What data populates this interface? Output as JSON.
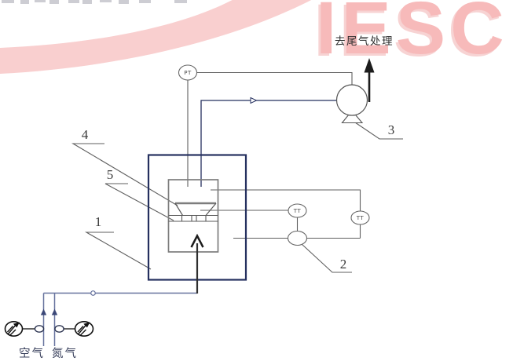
{
  "watermark": {
    "text": "IESC"
  },
  "labels": {
    "tail_gas": "去尾气处理",
    "air": "空气",
    "nitrogen": "氮气"
  },
  "instruments": {
    "pt": "PT",
    "tt_left": "TT",
    "tt_right": "TT"
  },
  "refs": {
    "r1": "1",
    "r2": "2",
    "r3": "3",
    "r4": "4",
    "r5": "5"
  },
  "colors": {
    "navy": "#25305f",
    "slate": "#67739e",
    "line": "#5f5f5f",
    "equip": "#7d7d7d",
    "pink_band": "#f9cfcf",
    "pink_text": "#f7baba",
    "ink": "#2f2f2f"
  }
}
